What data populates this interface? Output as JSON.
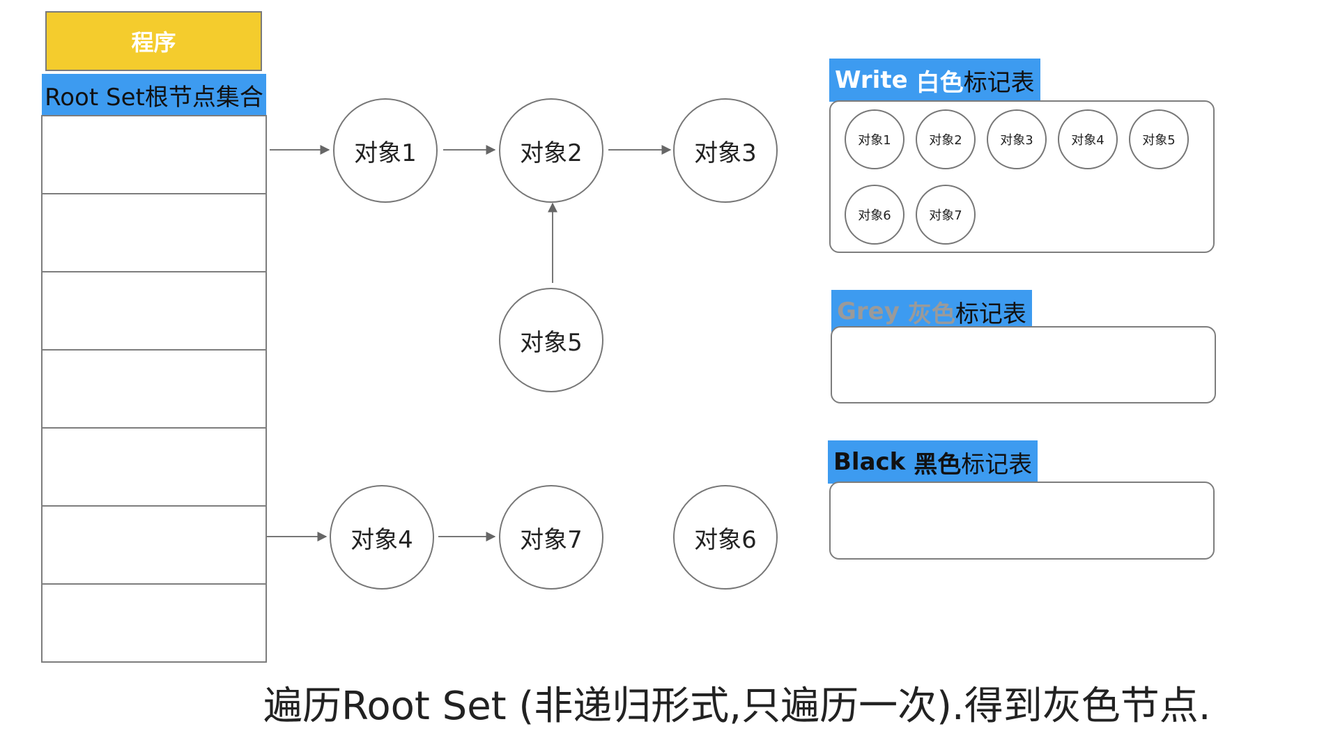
{
  "program": {
    "label": "程序"
  },
  "root_set": {
    "header": "Root Set根节点集合",
    "slot_count": 7
  },
  "nodes": {
    "obj1": "对象1",
    "obj2": "对象2",
    "obj3": "对象3",
    "obj4": "对象4",
    "obj5": "对象5",
    "obj6": "对象6",
    "obj7": "对象7"
  },
  "edges": [
    [
      "rootset",
      "obj1"
    ],
    [
      "obj1",
      "obj2"
    ],
    [
      "obj2",
      "obj3"
    ],
    [
      "obj5",
      "obj2"
    ],
    [
      "rootset",
      "obj4"
    ],
    [
      "obj4",
      "obj7"
    ]
  ],
  "tables": {
    "white": {
      "label_en": "Write",
      "label_color": "白色",
      "label_suffix": "标记表",
      "items": [
        "对象1",
        "对象2",
        "对象3",
        "对象4",
        "对象5",
        "对象6",
        "对象7"
      ]
    },
    "grey": {
      "label_en": "Grey",
      "label_color": "灰色",
      "label_suffix": "标记表",
      "items": []
    },
    "black": {
      "label_en": "Black",
      "label_color": "黑色",
      "label_suffix": "标记表",
      "items": []
    }
  },
  "caption": "遍历Root Set (非递归形式,只遍历一次).得到灰色节点.",
  "colors": {
    "program_fill": "#f4cc2d",
    "label_fill": "#3d9bf0",
    "stroke": "#777777"
  }
}
